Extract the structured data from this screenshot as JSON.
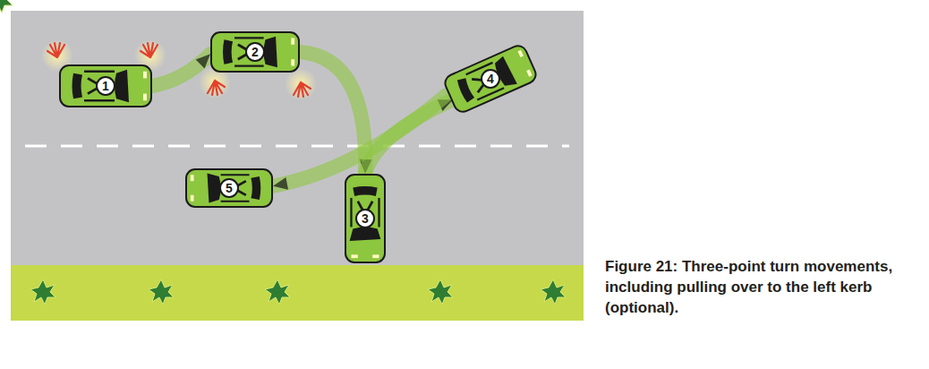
{
  "diagram": {
    "caption": "Figure 21: Three-point turn movements, including pulling over to the left kerb (optional).",
    "nodes": [
      {
        "text": [
          "1"
        ]
      },
      {
        "text": [
          "2"
        ]
      },
      {
        "text": [
          "3"
        ]
      },
      {
        "text": [
          "4"
        ]
      },
      {
        "text": [
          "5"
        ]
      }
    ],
    "edges": [
      {
        "from": 0,
        "to": 1,
        "arrow": "to"
      },
      {
        "from": 1,
        "to": 2,
        "arrow": "to"
      },
      {
        "from": 2,
        "to": 3,
        "arrow": "to"
      },
      {
        "from": 3,
        "to": 4,
        "arrow": "to"
      }
    ]
  }
}
